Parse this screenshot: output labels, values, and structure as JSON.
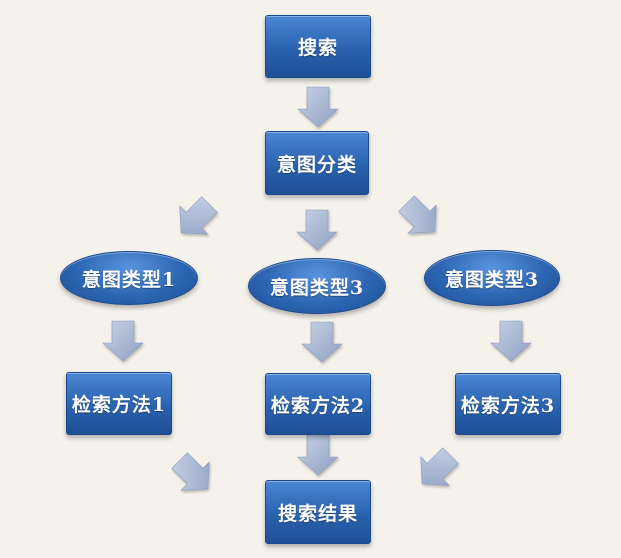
{
  "nodes": {
    "search": "搜索",
    "intent_classification": "意图分类",
    "intent_type_1": "意图类型1",
    "intent_type_3_center": "意图类型3",
    "intent_type_3_right": "意图类型3",
    "search_method_1": "检索方法1",
    "search_method_2": "检索方法2",
    "search_method_3": "检索方法3",
    "search_result": "搜索结果"
  },
  "colors": {
    "background": "#f5f2ec",
    "node_fill": "#2a62ae",
    "arrow_fill": "#a9b7d3"
  }
}
